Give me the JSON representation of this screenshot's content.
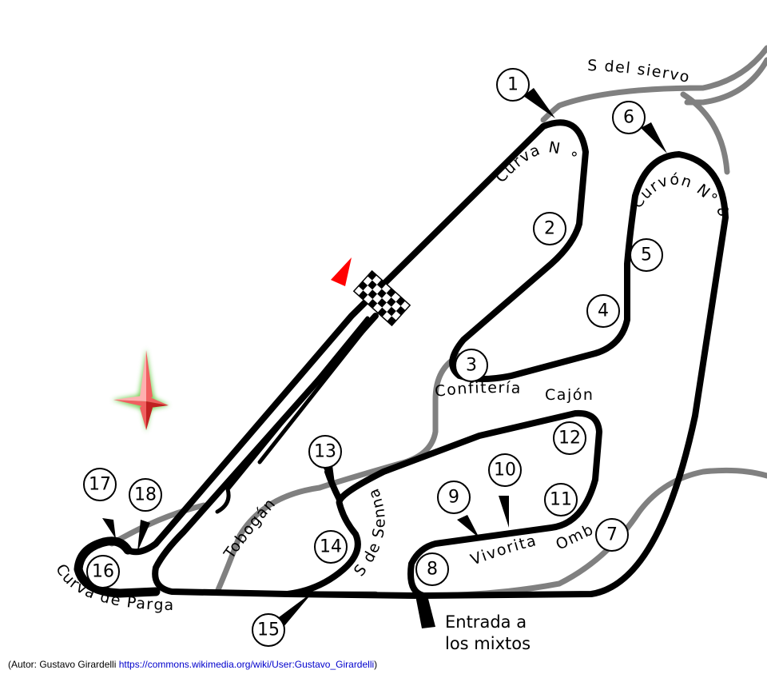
{
  "corners": [
    "1",
    "2",
    "3",
    "4",
    "5",
    "6",
    "7",
    "8",
    "9",
    "10",
    "11",
    "12",
    "13",
    "14",
    "15",
    "16",
    "17",
    "18"
  ],
  "labels": {
    "s_del_siervo": "S del siervo",
    "curva_n1": "Curva N ° 1",
    "curvon_n8": "Curvón N° 8",
    "confiteria": "Confitería",
    "cajon": "Cajón",
    "ombu": "Ombú",
    "vivorita": "Vivorita",
    "s_de_senna": "S de Senna",
    "tobogan": "Tobogán",
    "curva_de_parga": "Curva de Parga",
    "entrada_line1": "Entrada a",
    "entrada_line2": "los mixtos"
  },
  "credit": {
    "prefix": "(Autor: Gustavo Girardelli ",
    "link": "https://commons.wikimedia.org/wiki/User:Gustavo_Girardelli",
    "suffix": ")"
  },
  "colors": {
    "track": "#000000",
    "secondary_track": "#808080",
    "compass": "#e83030",
    "compass_glow": "#66cc44",
    "pit_flag": "#ff0000"
  }
}
